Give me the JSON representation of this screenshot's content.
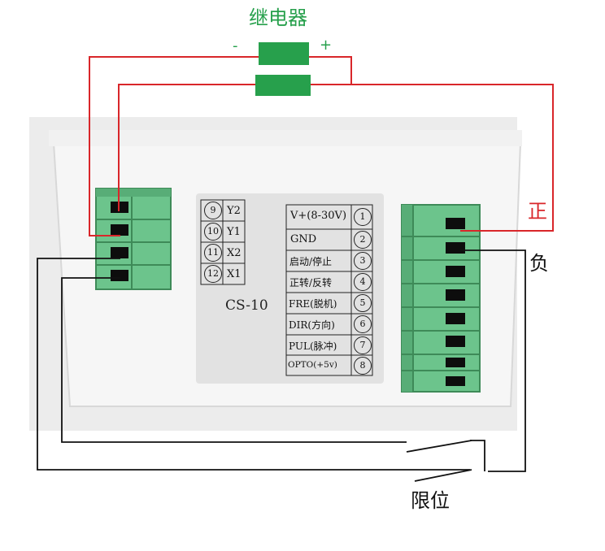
{
  "relay": {
    "title": "继电器",
    "minus": "-",
    "plus": "+"
  },
  "labels": {
    "positive": "正",
    "negative": "负",
    "limit": "限位",
    "model": "CS-10"
  },
  "left_pins": [
    {
      "num": "9",
      "name": "Y2"
    },
    {
      "num": "10",
      "name": "Y1"
    },
    {
      "num": "11",
      "name": "X2"
    },
    {
      "num": "12",
      "name": "X1"
    }
  ],
  "right_pins": [
    {
      "num": "1",
      "name": "V+(8-30V)"
    },
    {
      "num": "2",
      "name": "GND"
    },
    {
      "num": "3",
      "name": "启动/停止"
    },
    {
      "num": "4",
      "name": "正转/反转"
    },
    {
      "num": "5",
      "name": "FRE(脱机)"
    },
    {
      "num": "6",
      "name": "DIR(方向)"
    },
    {
      "num": "7",
      "name": "PUL(脉冲)"
    },
    {
      "num": "8",
      "name": "OPTO(+5v)"
    }
  ],
  "colors": {
    "relay_green": "#27a04c",
    "terminal_green": "#6cc48c",
    "positive_wire": "#d9262a",
    "negative_wire": "#111111"
  }
}
